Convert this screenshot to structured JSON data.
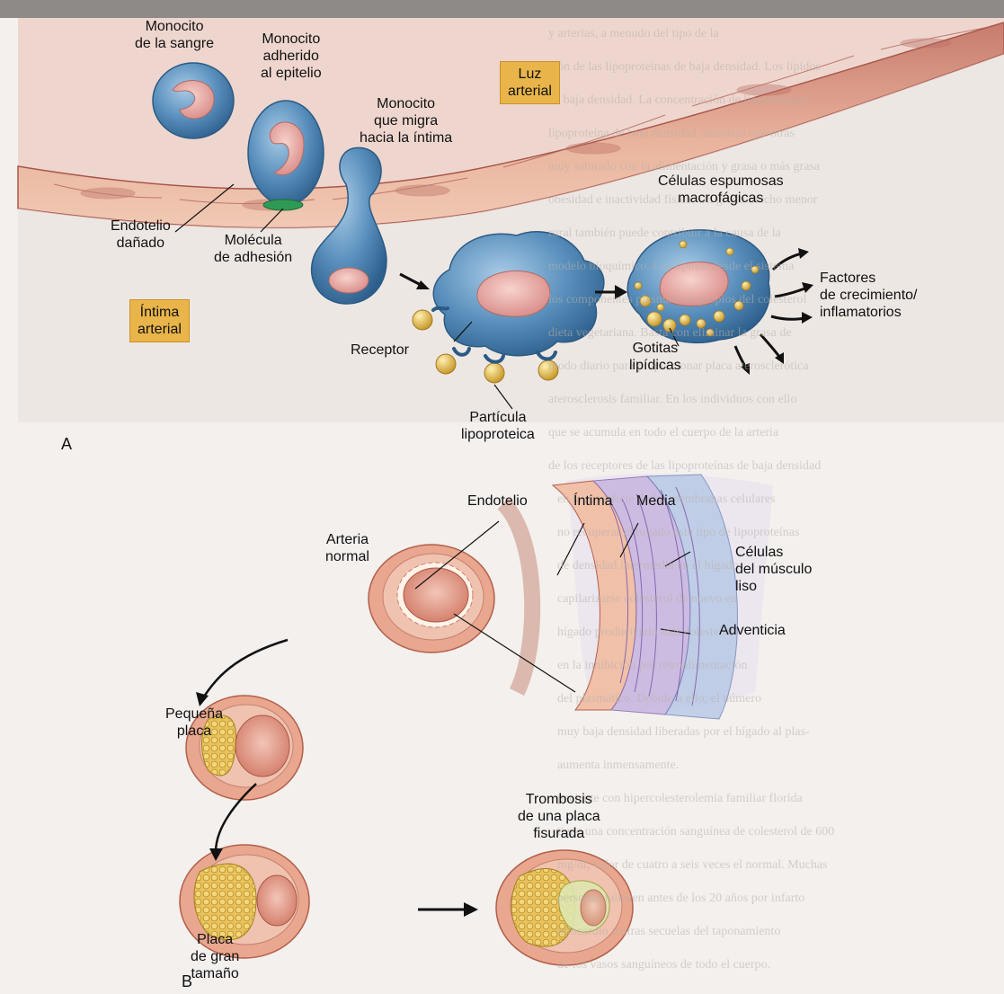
{
  "labels": {
    "monocito_sangre": "Monocito\nde la sangre",
    "monocito_adherido": "Monocito\nadherido\nal epitelio",
    "monocito_migra": "Monocito\nque migra\nhacia la íntima",
    "luz_arterial": "Luz\narterial",
    "endotelio_danado": "Endotelio\ndañado",
    "molecula_adhesion": "Molécula\nde adhesión",
    "intima_arterial": "Íntima\narterial",
    "celulas_espumosas": "Células espumosas\nmacrofágicas",
    "factores": "Factores\nde crecimiento/\ninflamatorios",
    "receptor": "Receptor",
    "gotitas": "Gotitas\nlipídicas",
    "particula": "Partícula\nlipoproteica",
    "panel_a": "A",
    "endotelio": "Endotelio",
    "intima": "Íntima",
    "media": "Media",
    "arteria_normal": "Arteria\nnormal",
    "celulas_musculo": "Células\ndel músculo\nliso",
    "adventicia": "Adventicia",
    "pequena_placa": "Pequeña\nplaca",
    "trombosis": "Trombosis\nde una placa\nfisurada",
    "placa_gran": "Placa\nde gran\ntamaño",
    "panel_b": "B"
  },
  "background_text": [
    "y arterias, a menudo del tipo de la",
    "ción de las lipoproteínas de baja densidad. Los lípidos",
    "de baja densidad. La concentración de lipoproteínas",
    "lipoproteína de baja densidad, mientras que otras",
    "muy saturado con la alimentación y grasa o más grasa",
    "obesidad e inactividad física. Un grado mucho menor",
    "rural también puede contribuir a la causa de la",
    "modelo bioquímico. Los lípidos desde el sistema",
    "los componentes plasmáticos propios del colesterol",
    "dieta vegetariana. Basta con eliminar la grasa de",
    "modo diario para proporcionar placa aterosclerótica",
    "aterosclerosis familiar. En los individuos con ello",
    "que se acumula en todo el cuerpo de la arteria",
    "de los receptores de las lipoproteínas de baja densidad",
    "en la superficie de las membranas celulares",
    "no recuperar el hígado este tipo de lipoproteínas",
    "de densidad intermedia en el hígado",
    "capilarizarse colesterol de nuevo en",
    "hígado produciendo más colesterol",
    "en la inhibición por retroalimentación",
    "del plasmático. Debido a ello, el número",
    "muy baja densidad liberadas por el hígado al plas-",
    "aumenta inmensamente.",
    "paciente con hipercolesterolemia familiar florida",
    "tiene una concentración sanguínea de colesterol de 600",
    "mg/dl, valor de cuatro a seis veces el normal. Muchas",
    "personas fallecen antes de los 20 años por infarto",
    "miocardio u otras secuelas del taponamiento",
    "de los vasos sanguíneos de todo el cuerpo."
  ],
  "colors": {
    "wall_pink": "#e9a98f",
    "cell_blue": "#4e86b5",
    "nucleus_pink": "#e8a7a2",
    "lipid_gold": "#e6bf4f",
    "tag_gold": "#e9b54a",
    "adhesion_green": "#2f9a55"
  }
}
